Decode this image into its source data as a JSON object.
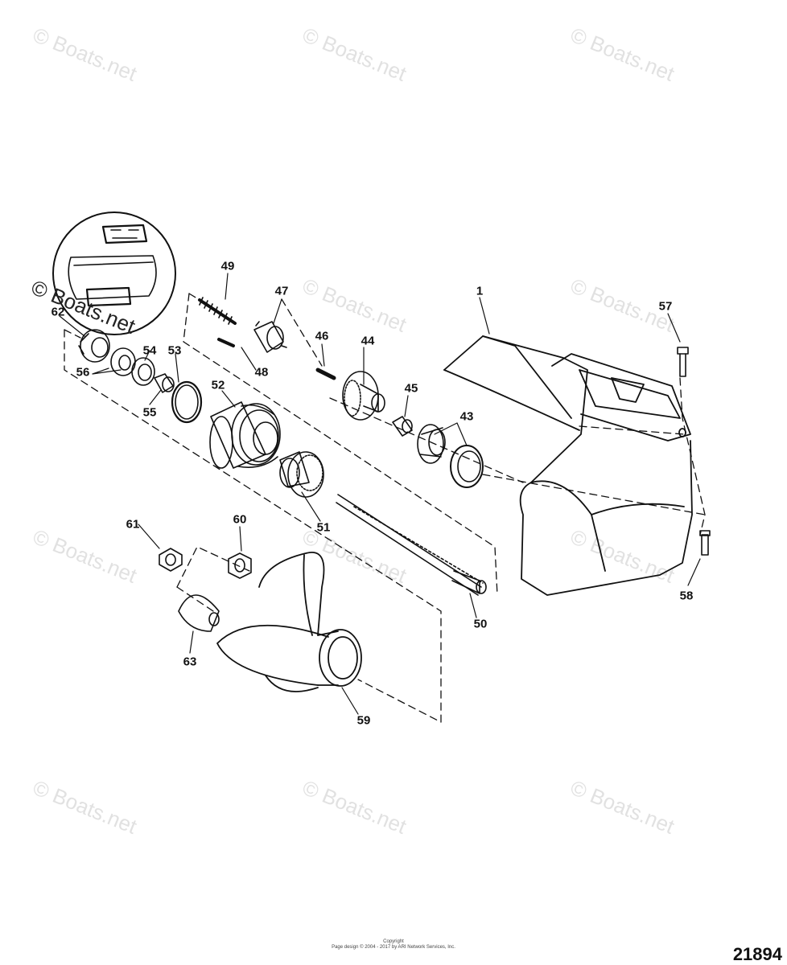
{
  "watermark": "© Boats.net",
  "callouts": {
    "c1": "1",
    "c43": "43",
    "c44": "44",
    "c45": "45",
    "c46": "46",
    "c47": "47",
    "c48": "48",
    "c49": "49",
    "c50": "50",
    "c51": "51",
    "c52": "52",
    "c53": "53",
    "c54": "54",
    "c55": "55",
    "c56": "56",
    "c57": "57",
    "c58": "58",
    "c59": "59",
    "c60": "60",
    "c61": "61",
    "c62": "62",
    "c63": "63"
  },
  "copyright_line1": "Copyright",
  "copyright_line2": "Page design © 2004 - 2017 by ARI Network Services, Inc.",
  "figure_number": "21894"
}
